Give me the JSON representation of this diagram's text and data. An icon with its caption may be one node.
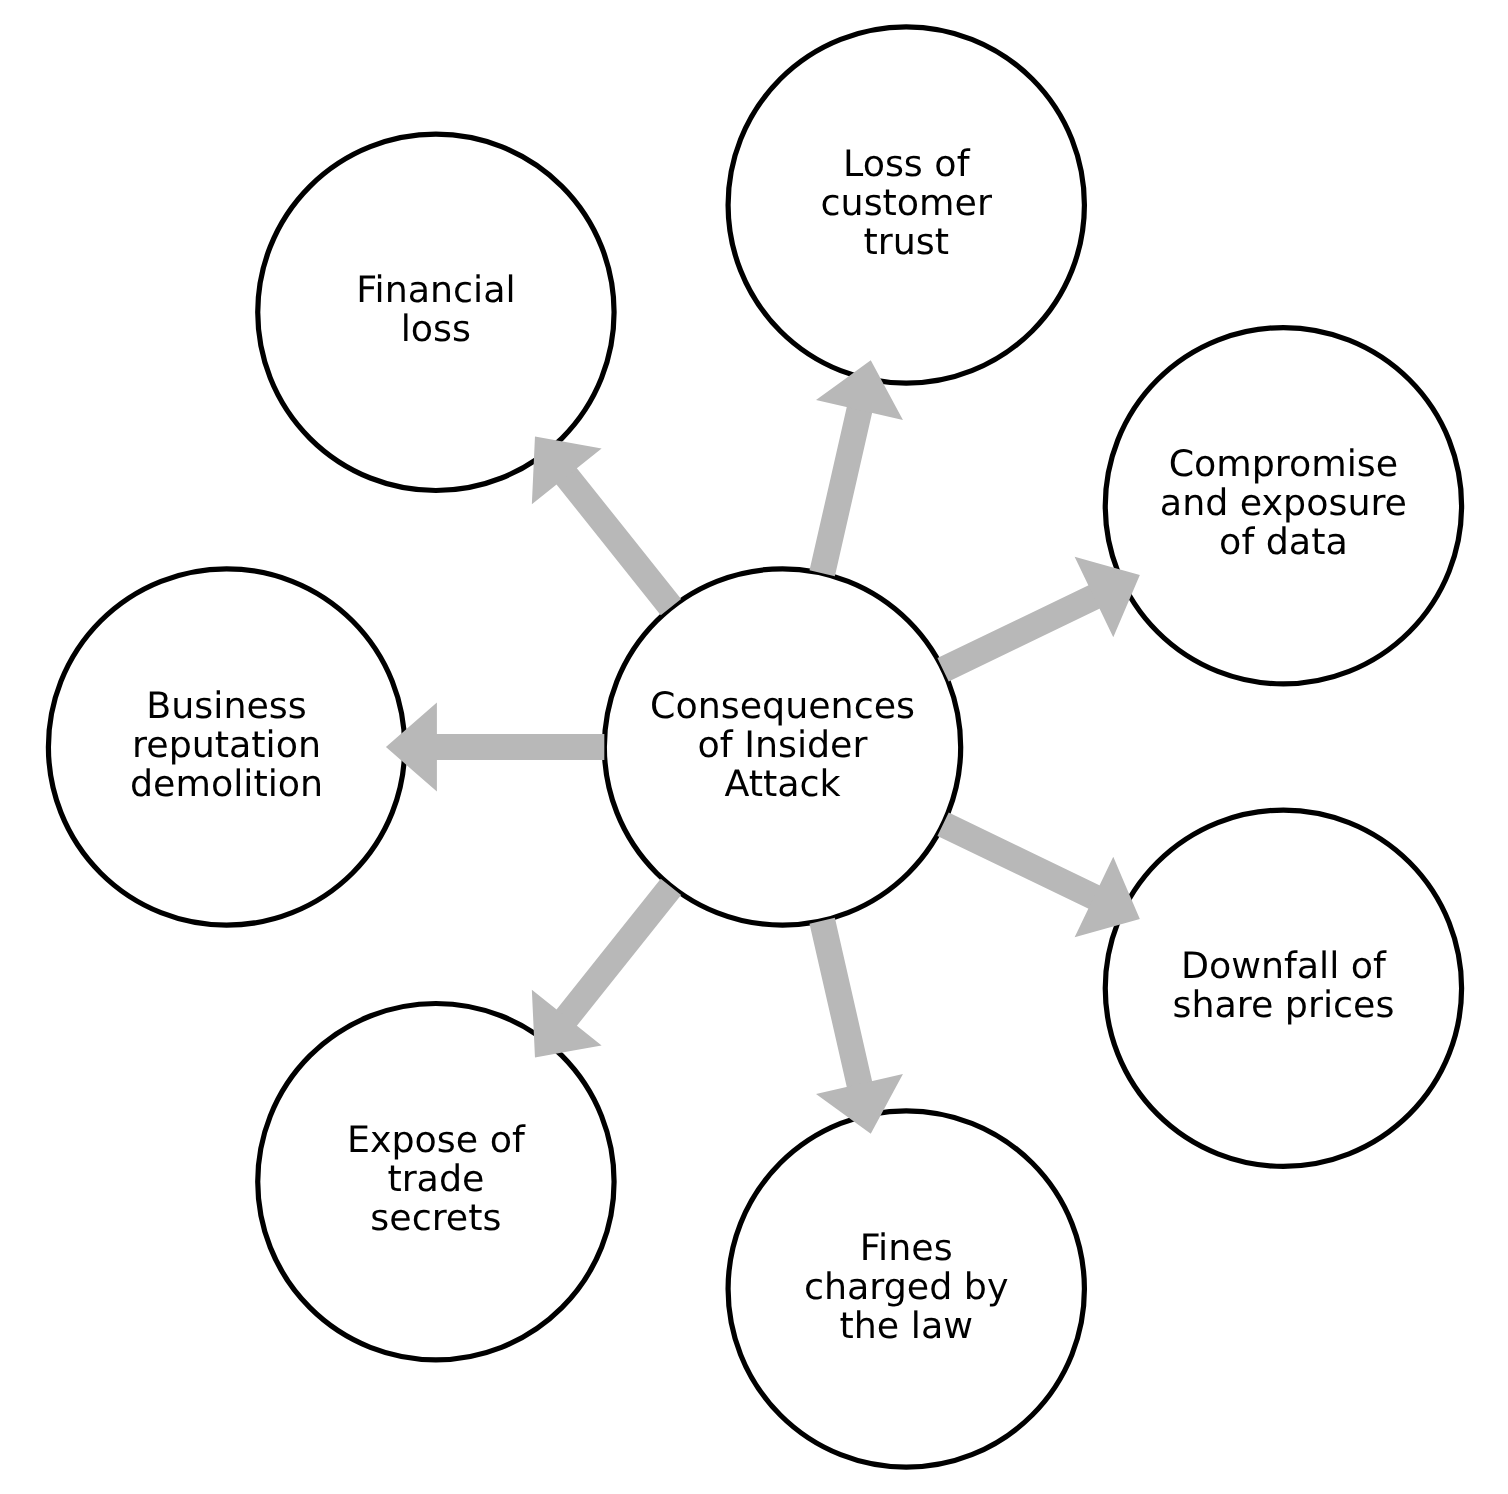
{
  "diagram": {
    "nodes": [
      {
        "text": [
          "Consequences of Insider Attack"
        ]
      },
      {
        "text": [
          "Compromise and exposure of data"
        ]
      },
      {
        "text": [
          "Loss of customer trust"
        ]
      },
      {
        "text": [
          "Financial loss"
        ]
      },
      {
        "text": [
          "Business reputation demolition"
        ]
      },
      {
        "text": [
          "Expose of trade secrets"
        ]
      },
      {
        "text": [
          "Fines charged by the law"
        ]
      },
      {
        "text": [
          "Downfall of share prices"
        ]
      }
    ],
    "edges": [
      {
        "from": 0,
        "to": 1,
        "arrow": "to"
      },
      {
        "from": 0,
        "to": 2,
        "arrow": "to"
      },
      {
        "from": 0,
        "to": 3,
        "arrow": "to"
      },
      {
        "from": 0,
        "to": 4,
        "arrow": "to"
      },
      {
        "from": 0,
        "to": 5,
        "arrow": "to"
      },
      {
        "from": 0,
        "to": 6,
        "arrow": "to"
      },
      {
        "from": 0,
        "to": 7,
        "arrow": "to"
      }
    ]
  }
}
